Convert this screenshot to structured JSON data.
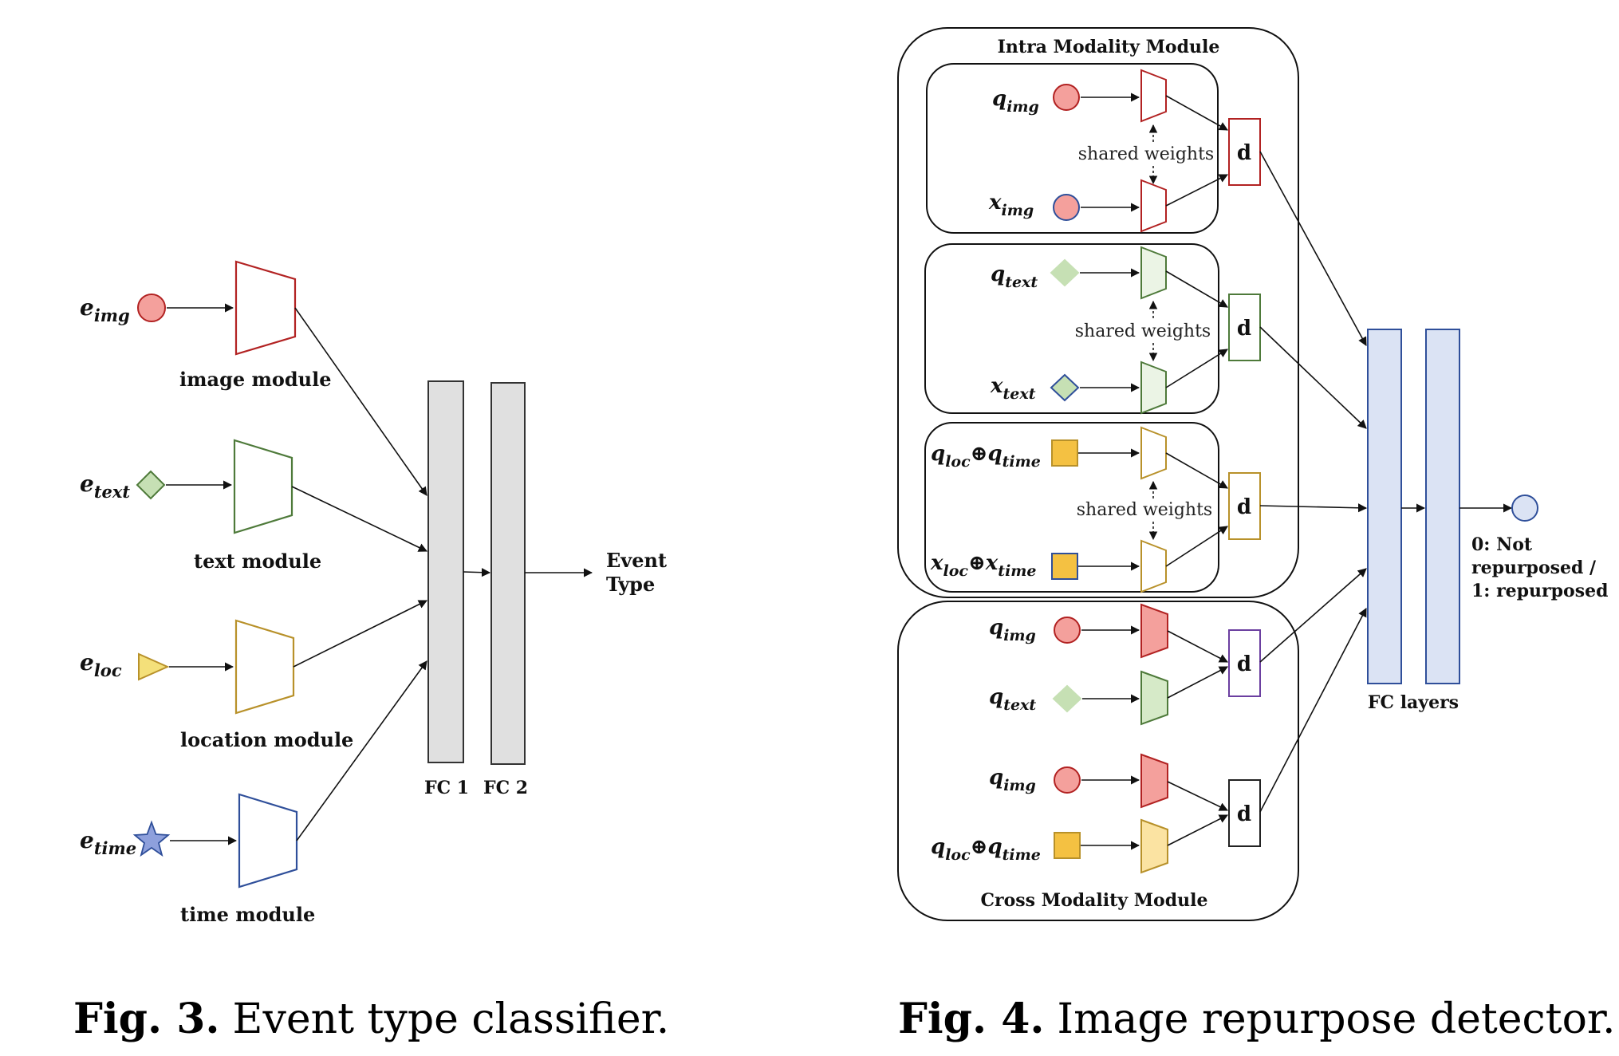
{
  "fig3": {
    "inputs": [
      {
        "sym": "e",
        "sub": "img"
      },
      {
        "sym": "e",
        "sub": "text"
      },
      {
        "sym": "e",
        "sub": "loc"
      },
      {
        "sym": "e",
        "sub": "time"
      }
    ],
    "modules": [
      "image module",
      "text module",
      "location module",
      "time module"
    ],
    "fc1": "FC 1",
    "fc2": "FC 2",
    "output_line1": "Event",
    "output_line2": "Type",
    "caption_label": "Fig. 3.",
    "caption_text": "Event type classifier."
  },
  "fig4": {
    "intra_title": "Intra Modality Module",
    "cross_title": "Cross Modality Module",
    "shared": "shared weights",
    "d": "d",
    "fc_layers": "FC layers",
    "out_line1": "0: Not",
    "out_line2": "repurposed /",
    "out_line3": "1: repurposed",
    "inputs": {
      "q_img": {
        "sym": "q",
        "sub": "img"
      },
      "x_img": {
        "sym": "x",
        "sub": "img"
      },
      "q_text": {
        "sym": "q",
        "sub": "text"
      },
      "x_text": {
        "sym": "x",
        "sub": "text"
      },
      "q_loc": {
        "sym": "q",
        "sub": "loc"
      },
      "q_time": {
        "sym": "q",
        "sub": "time"
      },
      "x_loc": {
        "sym": "x",
        "sub": "loc"
      },
      "x_time": {
        "sym": "x",
        "sub": "time"
      },
      "oplus": "⊕"
    },
    "caption_label": "Fig. 4.",
    "caption_text": "Image repurpose detector."
  },
  "colors": {
    "red": "#b22222",
    "red_fill": "#f4a09c",
    "green": "#4e7a3a",
    "green_fill": "#c6e0b4",
    "yellow": "#b8912a",
    "yellow_fill": "#f4c142",
    "blue": "#2f4f9a",
    "blue_fill": "#8ea0dc",
    "purple": "#6b3fa0",
    "fc_gray": "#e0e0e0",
    "fc_blue": "#dbe3f4"
  }
}
